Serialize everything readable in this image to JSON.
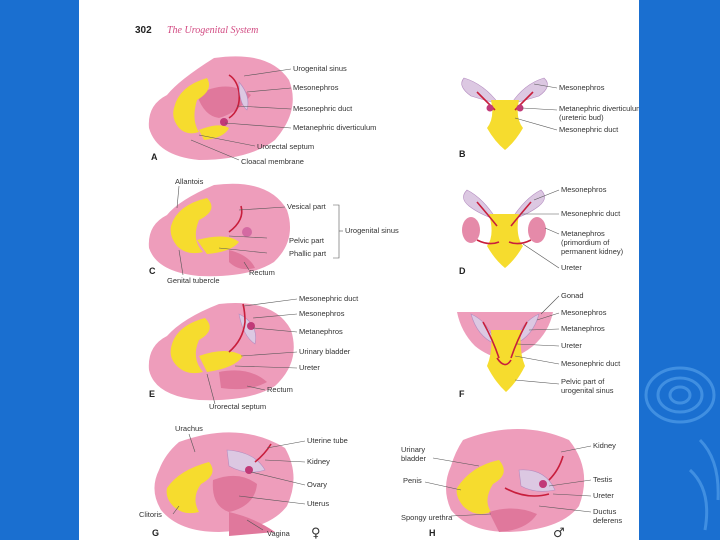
{
  "header": {
    "page_number": "302",
    "title": "The Urogenital System"
  },
  "panels": {
    "A": {
      "letter": "A",
      "labels": [
        "Urogenital sinus",
        "Mesonephros",
        "Mesonephric duct",
        "Metanephric diverticulum",
        "Urorectal septum",
        "Cloacal membrane"
      ]
    },
    "B": {
      "letter": "B",
      "labels": [
        "Mesonephros",
        "Metanephric diverticulum",
        "(ureteric bud)",
        "Mesonephric duct"
      ]
    },
    "C": {
      "letter": "C",
      "labels": [
        "Allantois",
        "Vesical part",
        "Urogenital sinus",
        "Pelvic part",
        "Phallic part",
        "Rectum",
        "Genital tubercle"
      ]
    },
    "D": {
      "letter": "D",
      "labels": [
        "Mesonephros",
        "Mesonephric duct",
        "Metanephros",
        "(primordium of",
        "permanent kidney)",
        "Ureter"
      ]
    },
    "E": {
      "letter": "E",
      "labels": [
        "Mesonephric duct",
        "Mesonephros",
        "Metanephros",
        "Urinary bladder",
        "Ureter",
        "Rectum",
        "Urorectal septum"
      ]
    },
    "F": {
      "letter": "F",
      "labels": [
        "Gonad",
        "Mesonephros",
        "Metanephros",
        "Ureter",
        "Mesonephric duct",
        "Pelvic part of",
        "urogenital sinus"
      ]
    },
    "G": {
      "letter": "G",
      "labels": [
        "Urachus",
        "Uterine tube",
        "Kidney",
        "Ovary",
        "Uterus",
        "Clitoris",
        "Vagina"
      ],
      "symbol": "♀"
    },
    "H": {
      "letter": "H",
      "labels": [
        "Urinary",
        "bladder",
        "Penis",
        "Spongy urethra",
        "Kidney",
        "Testis",
        "Ureter",
        "Ductus",
        "deferens"
      ],
      "symbol": "♂"
    }
  },
  "colors": {
    "background": "#1a6fd0",
    "page": "#ffffff",
    "tissue": "#ee9dbb",
    "duct": "#c81e3c",
    "sinus": "#f6dc2e"
  }
}
